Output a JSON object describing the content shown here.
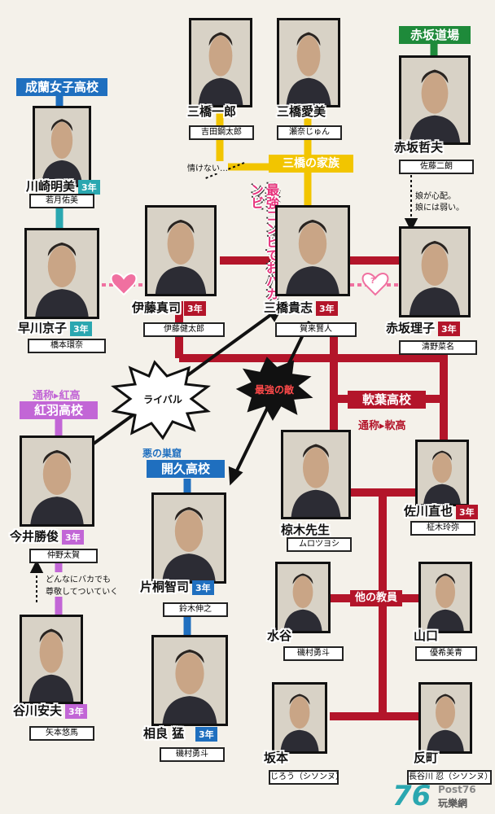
{
  "colors": {
    "red": "#b3152a",
    "yellow": "#f2c500",
    "blue": "#1f6fbf",
    "green": "#1e8a3a",
    "purple": "#c266d6",
    "pink": "#f070a0",
    "teal": "#2aa7b0"
  },
  "schools": {
    "seiran": "成蘭女子高校",
    "akasaka_dojo": "赤坂道場",
    "koubou_nickname": "通称▸紅高",
    "koubou": "紅羽高校",
    "kaikyu_nickname": "悪の巣窟",
    "kaikyu": "開久高校",
    "nanyo": "軟葉高校",
    "nanyo_nickname": "通称▸軟高"
  },
  "labels": {
    "mihashi_family": "三橋の家族",
    "strongest_combo": "最強コンビでおバカコンビ",
    "rival": "ライバル",
    "strongest_enemy": "最強の敵",
    "other_teachers": "他の教員",
    "pathetic_note": "情けない…",
    "akasaka_note_1": "娘が心配。",
    "akasaka_note_2": "娘には弱い。",
    "tanigawa_note_1": "どんなにバカでも",
    "tanigawa_note_2": "尊敬してついていく",
    "heart_q": "?",
    "dots": "……"
  },
  "characters": {
    "ichiro": {
      "name": "三橋一郎",
      "actor": "吉田鋼太郎"
    },
    "aimi": {
      "name": "三橋愛美",
      "actor": "瀬奈じゅん"
    },
    "tetsuo": {
      "name": "赤坂哲夫",
      "actor": "佐藤二朗"
    },
    "akemi": {
      "name": "川崎明美",
      "grade": "3年",
      "actor": "若月佑美"
    },
    "shinji": {
      "name": "伊藤真司",
      "grade": "3年",
      "actor": "伊藤健太郎"
    },
    "takashi": {
      "name": "三橋貴志",
      "grade": "3年",
      "actor": "賀来賢人"
    },
    "kyoko": {
      "name": "早川京子",
      "grade": "3年",
      "actor": "橋本環奈"
    },
    "riko": {
      "name": "赤坂理子",
      "grade": "3年",
      "actor": "清野菜名"
    },
    "imai": {
      "name": "今井勝俊",
      "grade": "3年",
      "actor": "仲野太賀"
    },
    "kataoka": {
      "name": "片桐智司",
      "grade": "3年",
      "actor": "鈴木伸之"
    },
    "mukuki": {
      "name": "椋木先生",
      "actor": "ムロツヨシ"
    },
    "sagawa": {
      "name": "佐川直也",
      "grade": "3年",
      "actor": "柾木玲弥"
    },
    "mizutani": {
      "name": "水谷",
      "actor": "磯村勇斗"
    },
    "yamaguchi": {
      "name": "山口",
      "actor": "優希美青"
    },
    "tanigawa": {
      "name": "谷川安夫",
      "grade": "3年",
      "actor": "矢本悠馬"
    },
    "sagara": {
      "name": "相良 猛",
      "grade": "3年",
      "actor": "磯村勇斗"
    },
    "sakamoto": {
      "name": "坂本",
      "actor": "じろう（シソンヌ）"
    },
    "sorimachi": {
      "name": "反町",
      "actor": "長谷川 忍（シソンヌ）"
    }
  },
  "watermark": {
    "big": "76",
    "small": "Post76",
    "sub": "玩樂網"
  }
}
